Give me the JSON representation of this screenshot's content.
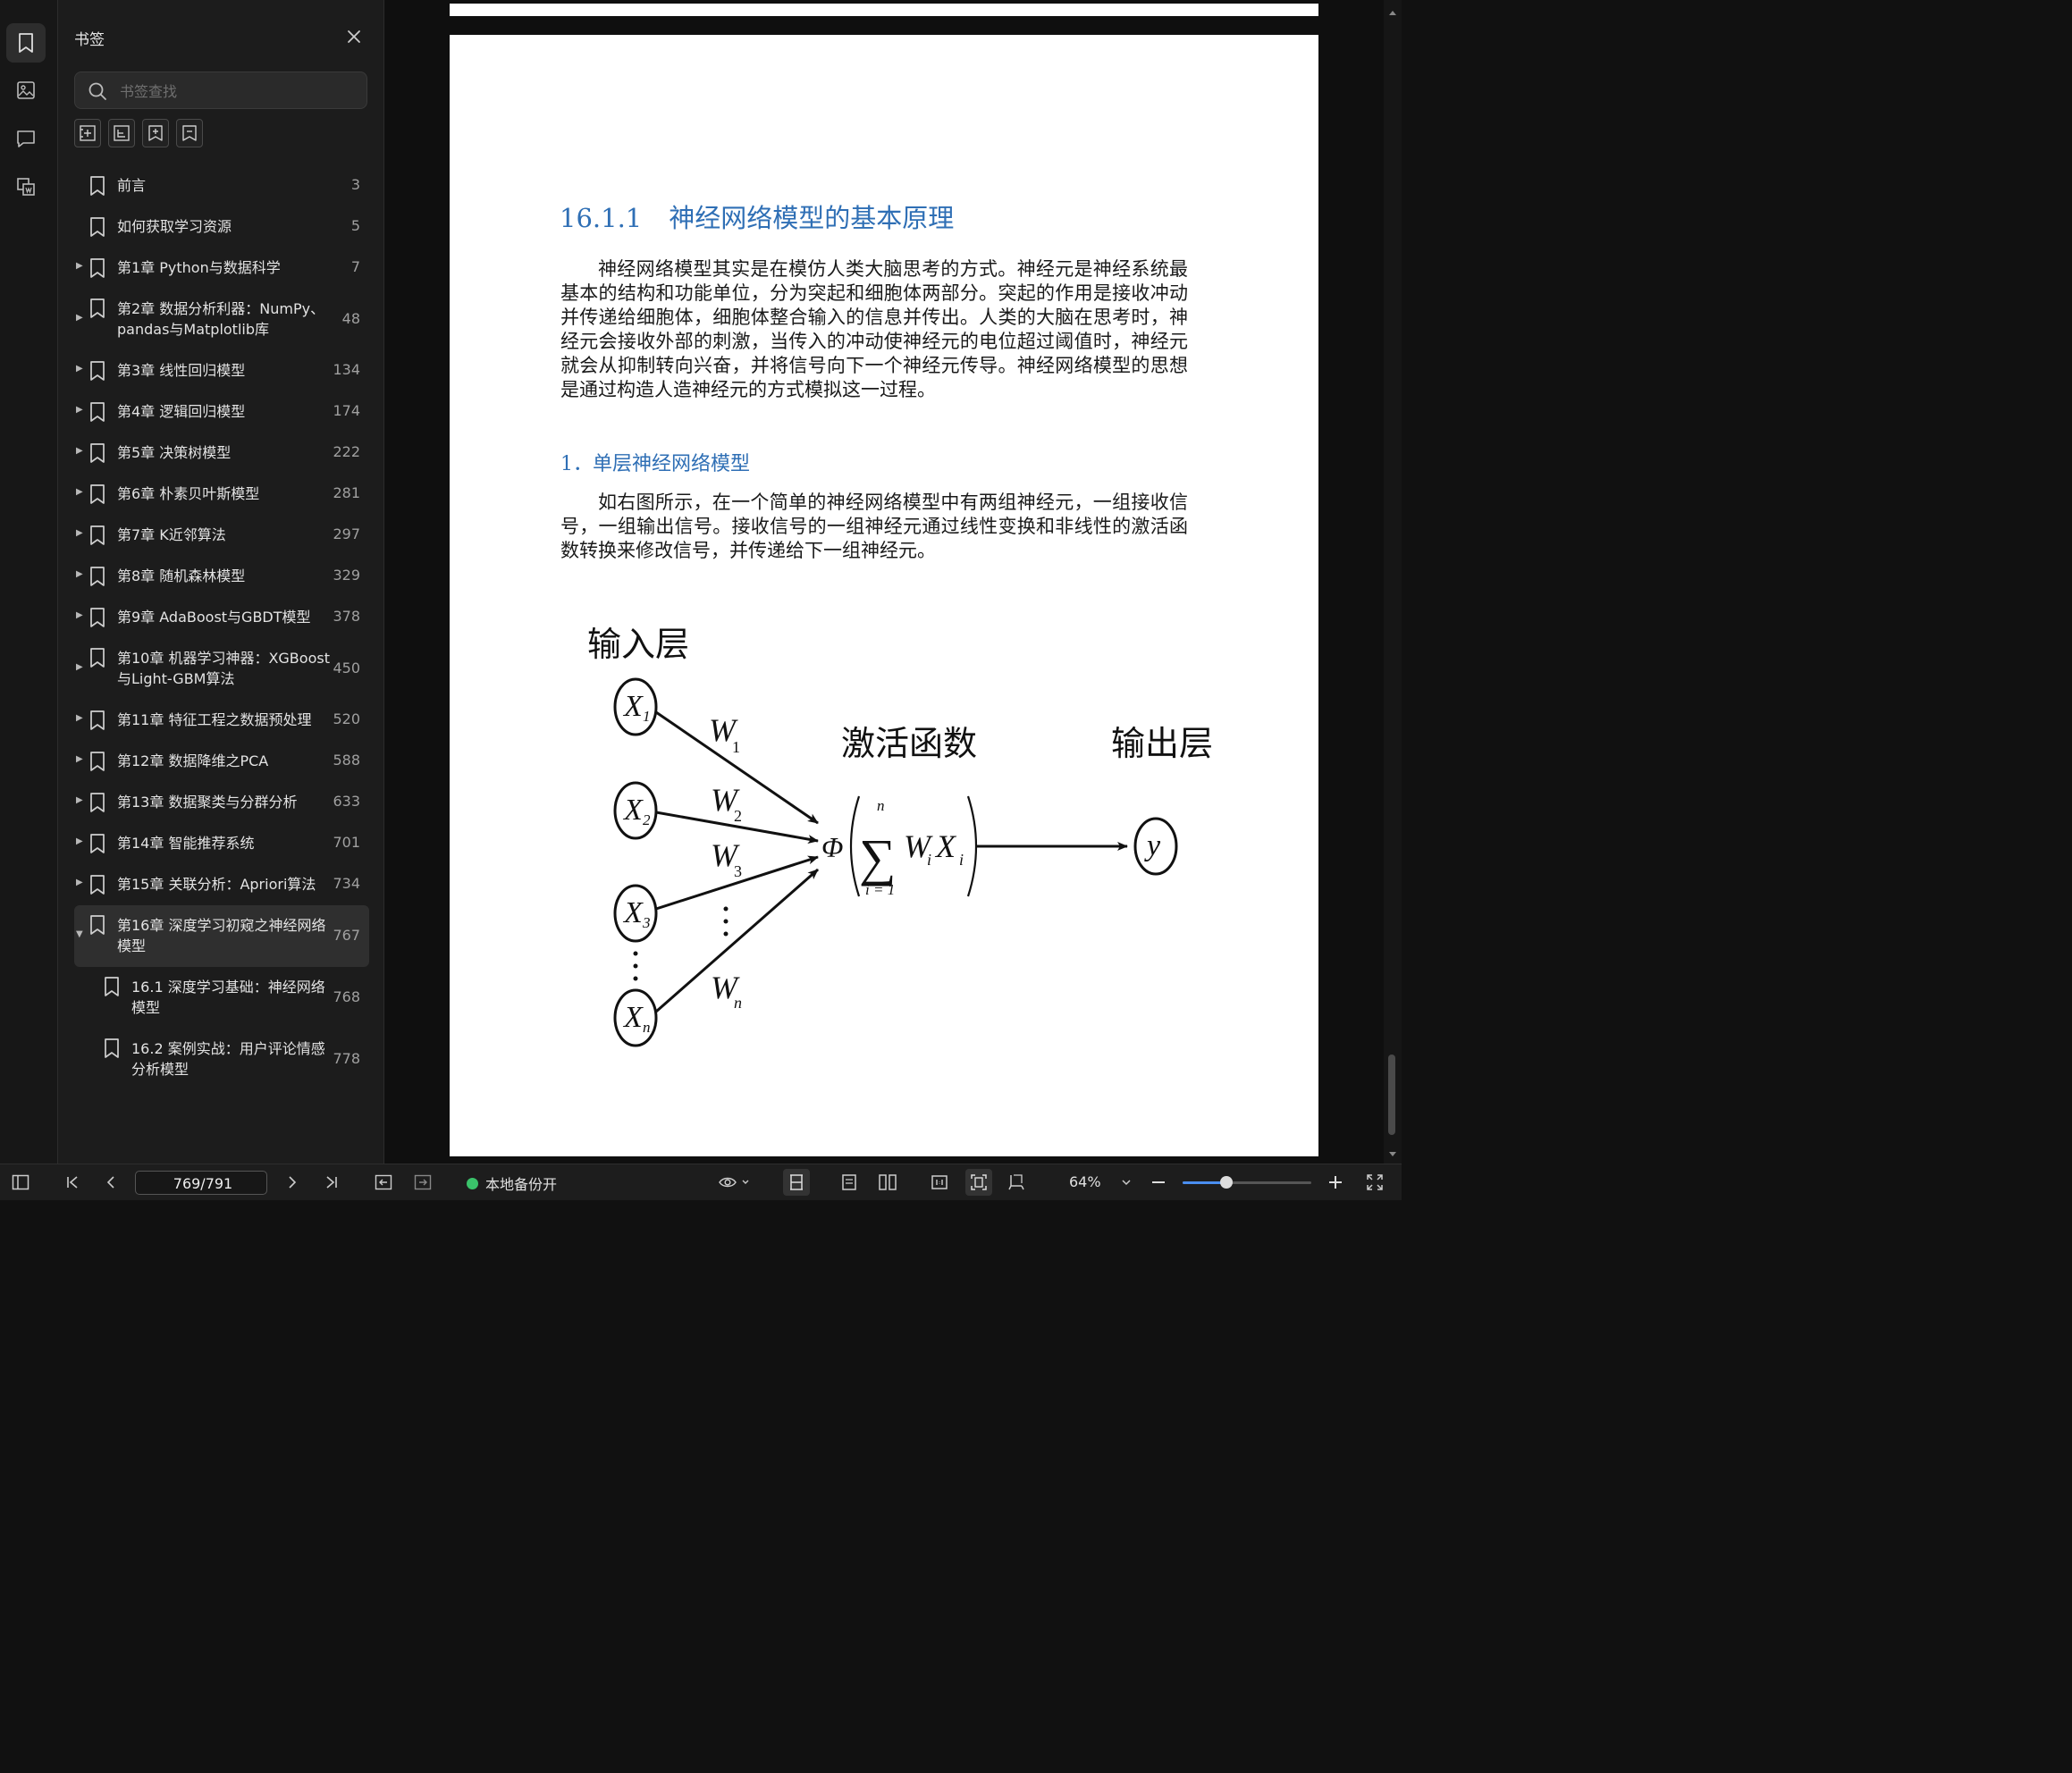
{
  "sidebar": {
    "title": "书签",
    "search_placeholder": "书签查找",
    "bookmarks": [
      {
        "label": "前言",
        "page": "3",
        "expandable": false
      },
      {
        "label": "如何获取学习资源",
        "page": "5",
        "expandable": false
      },
      {
        "label": "第1章 Python与数据科学",
        "page": "7",
        "expandable": true
      },
      {
        "label": "第2章 数据分析利器：NumPy、pandas与Matplotlib库",
        "page": "48",
        "expandable": true
      },
      {
        "label": "第3章 线性回归模型",
        "page": "134",
        "expandable": true
      },
      {
        "label": "第4章 逻辑回归模型",
        "page": "174",
        "expandable": true
      },
      {
        "label": "第5章 决策树模型",
        "page": "222",
        "expandable": true
      },
      {
        "label": "第6章 朴素贝叶斯模型",
        "page": "281",
        "expandable": true
      },
      {
        "label": "第7章 K近邻算法",
        "page": "297",
        "expandable": true
      },
      {
        "label": "第8章 随机森林模型",
        "page": "329",
        "expandable": true
      },
      {
        "label": "第9章 AdaBoost与GBDT模型",
        "page": "378",
        "expandable": true
      },
      {
        "label": "第10章 机器学习神器：XGBoost与Light-GBM算法",
        "page": "450",
        "expandable": true
      },
      {
        "label": "第11章 特征工程之数据预处理",
        "page": "520",
        "expandable": true
      },
      {
        "label": "第12章 数据降维之PCA",
        "page": "588",
        "expandable": true
      },
      {
        "label": "第13章 数据聚类与分群分析",
        "page": "633",
        "expandable": true
      },
      {
        "label": "第14章 智能推荐系统",
        "page": "701",
        "expandable": true
      },
      {
        "label": "第15章 关联分析：Apriori算法",
        "page": "734",
        "expandable": true
      },
      {
        "label": "第16章 深度学习初窥之神经网络模型",
        "page": "767",
        "expandable": true,
        "expanded": true,
        "active": true
      },
      {
        "label": "16.1 深度学习基础：神经网络模型",
        "page": "768",
        "child": true
      },
      {
        "label": "16.2 案例实战：用户评论情感分析模型",
        "page": "778",
        "child": true
      }
    ]
  },
  "document": {
    "section_number": "16.1.1",
    "section_title": "神经网络模型的基本原理",
    "paragraph1": "神经网络模型其实是在模仿人类大脑思考的方式。神经元是神经系统最基本的结构和功能单位，分为突起和细胞体两部分。突起的作用是接收冲动并传递给细胞体，细胞体整合输入的信息并传出。人类的大脑在思考时，神经元会接收外部的刺激，当传入的冲动使神经元的电位超过阈值时，神经元就会从抑制转向兴奋，并将信号向下一个神经元传导。神经网络模型的思想是通过构造人造神经元的方式模拟这一过程。",
    "subsection_title": "1．单层神经网络模型",
    "paragraph2": "如右图所示，在一个简单的神经网络模型中有两组神经元，一组接收信号，一组输出信号。接收信号的一组神经元通过线性变换和非线性的激活函数转换来修改信号，并传递给下一组神经元。",
    "diagram": {
      "input_label": "输入层",
      "activation_label": "激活函数",
      "output_label": "输出层",
      "inputs": [
        "X",
        "X",
        "X",
        "X"
      ],
      "input_subscripts": [
        "1",
        "2",
        "3",
        "n"
      ],
      "weights": [
        "W",
        "W",
        "W",
        "W"
      ],
      "weight_subscripts": [
        "1",
        "2",
        "3",
        "n"
      ],
      "formula_phi": "Φ",
      "formula_sum": "∑",
      "formula_upper": "n",
      "formula_lower": "i = 1",
      "formula_w": "W",
      "formula_x": "X",
      "formula_i": "i",
      "output": "y"
    }
  },
  "bottombar": {
    "page_indicator": "769/791",
    "backup_status": "本地备份开",
    "zoom": "64%",
    "zoom_fraction": 0.34
  }
}
